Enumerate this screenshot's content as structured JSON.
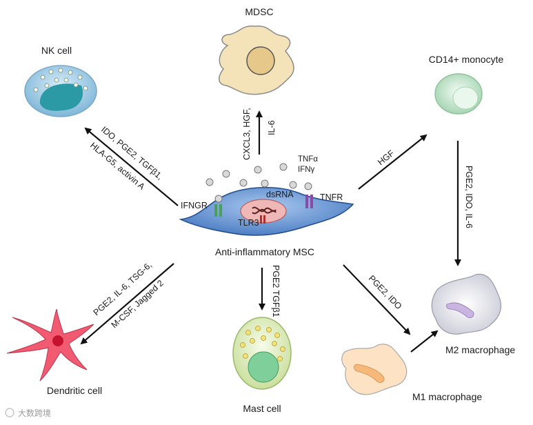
{
  "cells": {
    "mdsc": "MDSC",
    "nk": "NK cell",
    "cd14": "CD14+ monocyte",
    "msc": "Anti-inflammatory MSC",
    "dendritic": "Dendritic cell",
    "mast": "Mast cell",
    "m1": "M1 macrophage",
    "m2": "M2 macrophage"
  },
  "receptors": {
    "ifngr": "IFNGR",
    "tnfr": "TNFR",
    "tlr3": "TLR3",
    "dsrna": "dsRNA"
  },
  "cytokines": {
    "tnfa": "TNFα",
    "ifng": "IFNγ"
  },
  "arrow_labels": {
    "mdsc_a": "CXCL3, HGF,",
    "mdsc_b": "IL-6",
    "nk_a": "IDO, PGE2, TGFβ1,",
    "nk_b": "HLA-G5, activin A",
    "cd14": "HGF",
    "cd14_to_m2": "PGE2, IDO, IL-6",
    "dc_a": "PGE2, IL-6, TSG-6,",
    "dc_b": "M-CSF, Jagged 2",
    "mast": "PGE2 TGFβ1",
    "m1": "PGE2, IDO"
  },
  "watermark": "大数跨境",
  "colors": {
    "msc_fill": "#5b8fd0",
    "mdsc_fill": "#f4e2b8",
    "nk_fill": "#a8d4ea",
    "mono_fill": "#cfecd6",
    "dc_fill": "#f25a72",
    "mast_fill": "#d9ecb4",
    "macro_fill": "#e8e8f0",
    "m1_fill": "#fde2c4"
  }
}
